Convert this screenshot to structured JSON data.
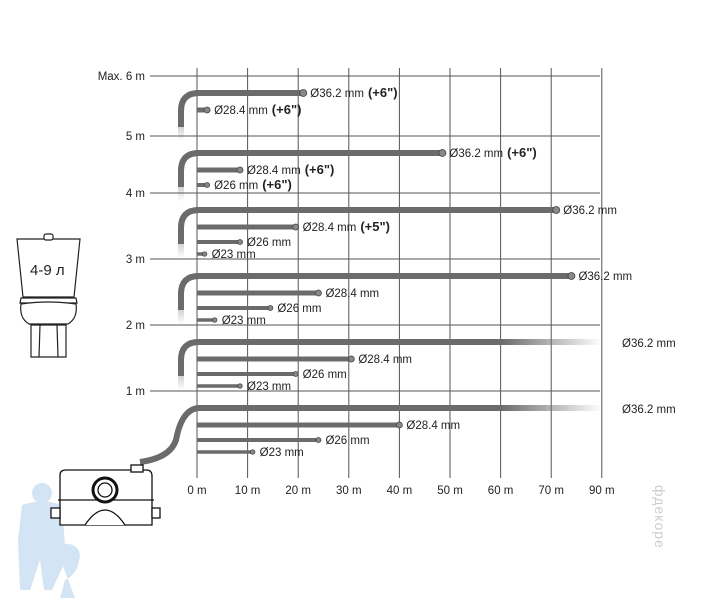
{
  "tank_label": "4-9 л",
  "watermark": "фдекоре",
  "x_axis": {
    "ticks": [
      0,
      10,
      20,
      30,
      40,
      50,
      60,
      70,
      90
    ],
    "labels": [
      "0 m",
      "10 m",
      "20 m",
      "30 m",
      "40 m",
      "50 m",
      "60 m",
      "70 m",
      "90 m"
    ]
  },
  "colors": {
    "pipe": "#6b6b6b",
    "grid": "#555555",
    "text": "#222222"
  },
  "bands": [
    {
      "height_label": "Max. 6 m",
      "height": 6,
      "pipes": [
        {
          "label": "Ø36.2 mm",
          "extra": "(+6\")",
          "length_m": 21
        },
        {
          "label": "Ø28.4 mm",
          "extra": "(+6\")",
          "length_m": 2
        }
      ]
    },
    {
      "height_label": "5 m",
      "height": 5,
      "pipes": [
        {
          "label": "Ø36.2 mm",
          "extra": "(+6\")",
          "length_m": 48.5
        },
        {
          "label": "Ø28.4 mm",
          "extra": "(+6\")",
          "length_m": 8.5
        },
        {
          "label": "Ø26 mm",
          "extra": "(+6\")",
          "length_m": 2
        }
      ]
    },
    {
      "height_label": "4 m",
      "height": 4,
      "pipes": [
        {
          "label": "Ø36.2 mm",
          "extra": "",
          "length_m": 71
        },
        {
          "label": "Ø28.4 mm",
          "extra": "(+5\")",
          "length_m": 19.5
        },
        {
          "label": "Ø26 mm",
          "extra": "",
          "length_m": 8.5
        },
        {
          "label": "Ø23 mm",
          "extra": "",
          "length_m": 1.5
        }
      ]
    },
    {
      "height_label": "3 m",
      "height": 3,
      "pipes": [
        {
          "label": "Ø36.2 mm",
          "extra": "",
          "length_m": 74
        },
        {
          "label": "Ø28.4 mm",
          "extra": "",
          "length_m": 24
        },
        {
          "label": "Ø26 mm",
          "extra": "",
          "length_m": 14.5
        },
        {
          "label": "Ø23 mm",
          "extra": "",
          "length_m": 3.5
        }
      ]
    },
    {
      "height_label": "2 m",
      "height": 2,
      "pipes": [
        {
          "label": "Ø36.2 mm",
          "extra": "",
          "length_m": 80,
          "fade": true
        },
        {
          "label": "Ø28.4 mm",
          "extra": "",
          "length_m": 30.5
        },
        {
          "label": "Ø26 mm",
          "extra": "",
          "length_m": 19.5
        },
        {
          "label": "Ø23 mm",
          "extra": "",
          "length_m": 8.5
        }
      ]
    },
    {
      "height_label": "1 m",
      "height": 1,
      "pipes": [
        {
          "label": "Ø36.2 mm",
          "extra": "",
          "length_m": 80,
          "fade": true
        },
        {
          "label": "Ø28.4 mm",
          "extra": "",
          "length_m": 40
        },
        {
          "label": "Ø26 mm",
          "extra": "",
          "length_m": 24
        },
        {
          "label": "Ø23 mm",
          "extra": "",
          "length_m": 11
        }
      ]
    }
  ]
}
